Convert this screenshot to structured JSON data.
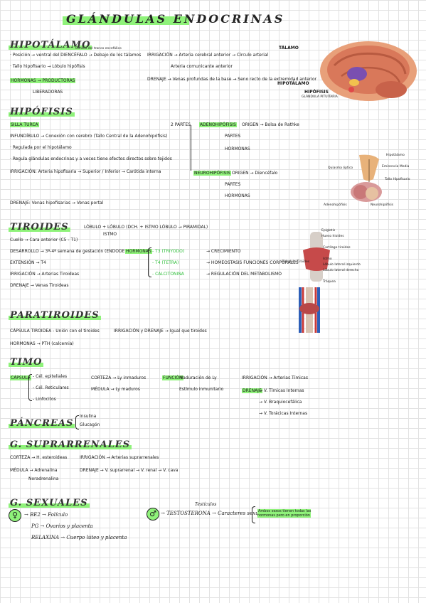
{
  "title": "GLÁNDULAS ENDOCRINAS",
  "sections": {
    "hipotalamo": "HIPOTÁLAMO",
    "hipofisis": "HIPÓFISIS",
    "tiroides": "TIROIDES",
    "paratiroides": "PARATIROIDES",
    "timo": "TIMO",
    "pancreas": "PÁNCREAS",
    "suprarrenales": "G. SUPRARRENALES",
    "sexuales": "G. SEXUALES"
  },
  "hipotalamo": {
    "l1": "· Posición → ventral del DIENCÉFALO → Debajo de los tálamos",
    "l1b": "Control del tronco encefálico",
    "l2": "· Tallo hipofisario → Lóbulo hipófisis",
    "l3": "HORMONAS → PRODUCTORAS",
    "l4": "LIBERADORAS",
    "irr": "IRRIGACIÓN → Arteria cerebral anterior → Círculo arterial",
    "irr2": "Arteria comunicante anterior",
    "drenaje": "DRENAJE → Venas profundas de la base → Seno recto de la extremidad anterior"
  },
  "brain_labels": {
    "talamo": "TÁLAMO",
    "hipotalamo": "HIPOTÁLAMO",
    "hipofisis": "HIPÓFISIS",
    "glandula": "GLÁNDULA PITUITARIA"
  },
  "hipofisis": {
    "l1": "SILLA TURCA",
    "l2": "INFUNDÍBULO → Conexión con cerebro (Tallo Central de la Adenohipófisis)",
    "l3": "· Regulada por el hipotálamo",
    "l4": "· Regula glándulas endocrinas y a veces tiene efectos directos sobre tejidos",
    "irr": "IRRIGACIÓN: Arteria hipofisaria → Superior / Inferior → Carótida interna",
    "drenaje": "DRENAJE: Venas hipofisarias → Venas portal",
    "partes": "2 PARTES",
    "adeno": "ADENOHIPÓFISIS",
    "neuro": "NEUROHIPÓFISIS",
    "origen": "ORIGEN → Bolsa de Rathke",
    "partes2": "PARTES",
    "hormonas": "HORMONAS",
    "origen2": "ORIGEN → Diencéfalo",
    "partes3": "PARTES",
    "hormonas2": "HORMONAS"
  },
  "pituitary_labels": {
    "hipotalamo": "Hipotálamo",
    "eminencia": "Eminencia Media",
    "quiasma": "Quiasma óptico",
    "tallo": "Tallo Hipofisario",
    "adeno": "Adenohipófisis",
    "neuro": "Neurohipófisis"
  },
  "tiroides": {
    "lob": "LÓBULO + LÓBULO (DCH. + ISTMO LÓBULO → PIRAMIDAL)",
    "istmo": "ISTMO",
    "cuello": "Cuello → Cara anterior (C5 - T1)",
    "desarrollo": "DESARROLLO → 3ª-4ª semana de gestación (ENDODERMO)",
    "extension": "EXTENSIÓN → T4",
    "irrigacion": "IRRIGACIÓN → Arterias Tiroideas",
    "drenaje": "DRENAJE → Venas Tiroideas",
    "hormonas": "HORMONAS",
    "h1": "- T3 (TRIYODO)",
    "h2": "- T4 (TETRA)",
    "h3": "- CALCITONINA",
    "e1": "→ CRECIMIENTO",
    "e2": "→ HOMEOSTASIS FUNCIONES CORPORALES",
    "e3": "→ REGULACIÓN DEL METABOLISMO"
  },
  "thyroid_labels": {
    "epiglotis": "Epiglotis",
    "hueso": "Hueso hioides",
    "cartilago": "Cartílago tiroides",
    "glandula": "Glándula Tiroides",
    "istmo": "Istmo",
    "lobulo_izq": "Lóbulo lateral izquierdo",
    "lobulo_der": "Lóbulo lateral derecho",
    "traquea": "Tráquea"
  },
  "paratiroides": {
    "l1": "CÁPSULA TIROIDEA - Unión con el tiroides",
    "irr": "IRRIGACIÓN y DRENAJE → Igual que tiroides",
    "horm": "HORMONAS → PTH (calcemia)"
  },
  "timo": {
    "capsula": "CÁPSULA",
    "c1": "- Cél. epiteliales",
    "c2": "- Cél. Reticulares",
    "c3": "- Linfocitos",
    "corteza": "CORTEZA → Ly inmaduros",
    "medula": "MÉDULA → Ly maduros",
    "funcion": "FUNCIÓN",
    "f1": "Maduración de Ly",
    "f2": "Estímulo inmunitario",
    "irrigacion": "IRRIGACIÓN → Arterias Tímicas",
    "drenaje": "DRENAJE",
    "d1": "→ V. Tímicas Internas",
    "d2": "→ V. Braquiocefálica",
    "d3": "→ V. Torácicas Internas"
  },
  "pancreas": {
    "h1": "Insulina",
    "h2": "Glucagón"
  },
  "suprarrenales": {
    "corteza": "CORTEZA → H. esteroideas",
    "medula": "MÉDULA → Adrenalina",
    "medula2": "Noradrenalina",
    "irrigacion": "IRRIGACIÓN → Arterias suprarrenales",
    "drenaje": "DRENAJE → V. suprarrenal → V. renal → V. cava"
  },
  "sexuales": {
    "f1": "→ BE2 → Folículo",
    "f2": "PG → Ovarios y placenta",
    "f3": "RELAXINA → Cuerpo lúteo y placenta",
    "m1": "→ TESTOSTERONA → Caracteres sexuales",
    "m2": "Testículos",
    "note": "Ambos sexos tienen todas las hormonas pero en proporción"
  },
  "colors": {
    "highlight": "#8ff27a",
    "accent_red": "#d11a1a",
    "ink": "#1a1a1a"
  }
}
